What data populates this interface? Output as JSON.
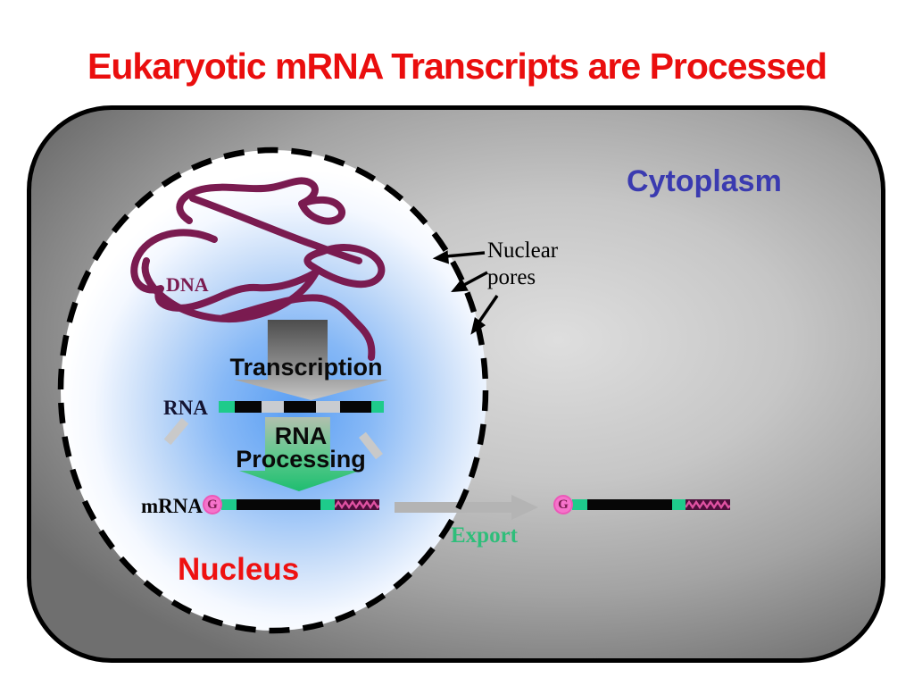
{
  "title": "Eukaryotic mRNA Transcripts are Processed",
  "diagram": {
    "cytoplasm": "Cytoplasm",
    "nucleus": "Nucleus",
    "nuclear_pores": {
      "line1": "Nuclear",
      "line2": "pores"
    },
    "dna": "DNA",
    "transcription": "Transcription",
    "rna": "RNA",
    "rna_processing": {
      "line1": "RNA",
      "line2": "Processing"
    },
    "mrna": "mRNA",
    "g_cap": "G",
    "export": "Export"
  },
  "colors": {
    "title_red": "#ea0e0e",
    "cytoplasm_blue": "#3a3ab0",
    "nucleus_red": "#ee1111",
    "dna_maroon": "#7a1b50",
    "exon_black": "#060606",
    "intron_gray": "#c9ccd0",
    "utr_teal": "#1ecb8b",
    "export_teal": "#2ebe7a",
    "g_cap_pink": "#f673cb",
    "polya_maroon": "#4f0f3c",
    "polya_zigzag": "#e052a2",
    "export_arrow_gray": "#b4b4b4"
  }
}
